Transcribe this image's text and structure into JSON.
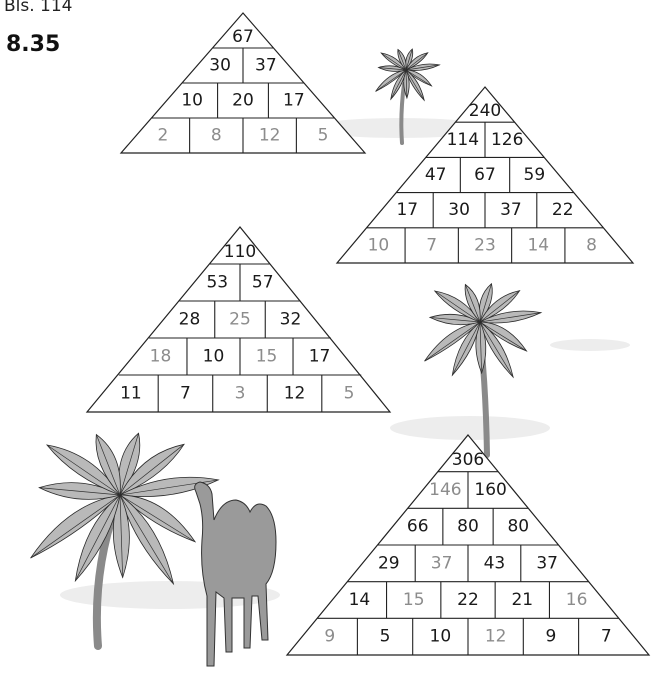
{
  "page_ref": "Bls. 114",
  "exercise_number": "8.35",
  "colors": {
    "given_number": "#1a1a1a",
    "answer_number": "#8c8c8c",
    "palm": "#b9b9b9",
    "camel": "#9a9a9a"
  },
  "pyramids": [
    {
      "rows": [
        [
          {
            "v": "67",
            "a": false
          }
        ],
        [
          {
            "v": "30",
            "a": false
          },
          {
            "v": "37",
            "a": false
          }
        ],
        [
          {
            "v": "10",
            "a": false
          },
          {
            "v": "20",
            "a": false
          },
          {
            "v": "17",
            "a": false
          }
        ],
        [
          {
            "v": "2",
            "a": true
          },
          {
            "v": "8",
            "a": true
          },
          {
            "v": "12",
            "a": true
          },
          {
            "v": "5",
            "a": true
          }
        ]
      ]
    },
    {
      "rows": [
        [
          {
            "v": "240",
            "a": false
          }
        ],
        [
          {
            "v": "114",
            "a": false
          },
          {
            "v": "126",
            "a": false
          }
        ],
        [
          {
            "v": "47",
            "a": false
          },
          {
            "v": "67",
            "a": false
          },
          {
            "v": "59",
            "a": false
          }
        ],
        [
          {
            "v": "17",
            "a": false
          },
          {
            "v": "30",
            "a": false
          },
          {
            "v": "37",
            "a": false
          },
          {
            "v": "22",
            "a": false
          }
        ],
        [
          {
            "v": "10",
            "a": true
          },
          {
            "v": "7",
            "a": true
          },
          {
            "v": "23",
            "a": true
          },
          {
            "v": "14",
            "a": true
          },
          {
            "v": "8",
            "a": true
          }
        ]
      ]
    },
    {
      "rows": [
        [
          {
            "v": "110",
            "a": false
          }
        ],
        [
          {
            "v": "53",
            "a": false
          },
          {
            "v": "57",
            "a": false
          }
        ],
        [
          {
            "v": "28",
            "a": false
          },
          {
            "v": "25",
            "a": true
          },
          {
            "v": "32",
            "a": false
          }
        ],
        [
          {
            "v": "18",
            "a": true
          },
          {
            "v": "10",
            "a": false
          },
          {
            "v": "15",
            "a": true
          },
          {
            "v": "17",
            "a": false
          }
        ],
        [
          {
            "v": "11",
            "a": false
          },
          {
            "v": "7",
            "a": false
          },
          {
            "v": "3",
            "a": true
          },
          {
            "v": "12",
            "a": false
          },
          {
            "v": "5",
            "a": true
          }
        ]
      ]
    },
    {
      "rows": [
        [
          {
            "v": "306",
            "a": false
          }
        ],
        [
          {
            "v": "146",
            "a": true
          },
          {
            "v": "160",
            "a": false
          }
        ],
        [
          {
            "v": "66",
            "a": false
          },
          {
            "v": "80",
            "a": false
          },
          {
            "v": "80",
            "a": false
          }
        ],
        [
          {
            "v": "29",
            "a": false
          },
          {
            "v": "37",
            "a": true
          },
          {
            "v": "43",
            "a": false
          },
          {
            "v": "37",
            "a": false
          }
        ],
        [
          {
            "v": "14",
            "a": false
          },
          {
            "v": "15",
            "a": true
          },
          {
            "v": "22",
            "a": false
          },
          {
            "v": "21",
            "a": false
          },
          {
            "v": "16",
            "a": true
          }
        ],
        [
          {
            "v": "9",
            "a": true
          },
          {
            "v": "5",
            "a": false
          },
          {
            "v": "10",
            "a": false
          },
          {
            "v": "12",
            "a": true
          },
          {
            "v": "9",
            "a": false
          },
          {
            "v": "7",
            "a": false
          }
        ]
      ]
    }
  ]
}
